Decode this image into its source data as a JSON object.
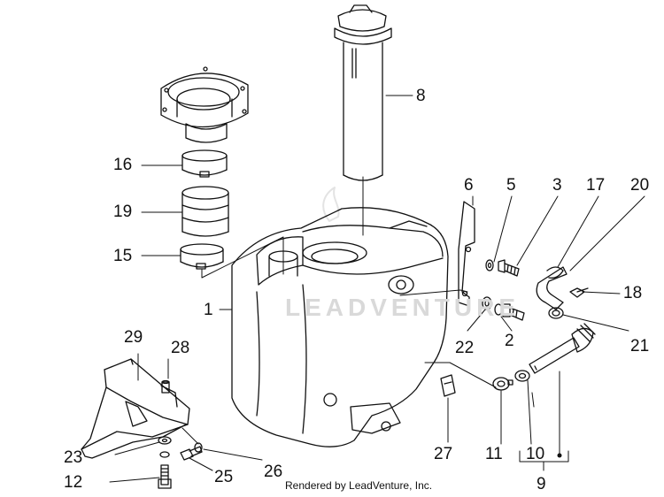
{
  "labels": {
    "l1": "1",
    "l2": "2",
    "l3": "3",
    "l5": "5",
    "l6": "6",
    "l8": "8",
    "l9": "9",
    "l10": "10",
    "l10b": "10",
    "l11": "11",
    "l12": "12",
    "l15": "15",
    "l16": "16",
    "l17": "17",
    "l18": "18",
    "l19": "19",
    "l20": "20",
    "l21": "21",
    "l22": "22",
    "l23": "23",
    "l25": "25",
    "l26": "26",
    "l27": "27",
    "l28": "28",
    "l29": "29"
  },
  "watermark": "LEADVENTURE",
  "credit": "Rendered by LeadVenture, Inc."
}
